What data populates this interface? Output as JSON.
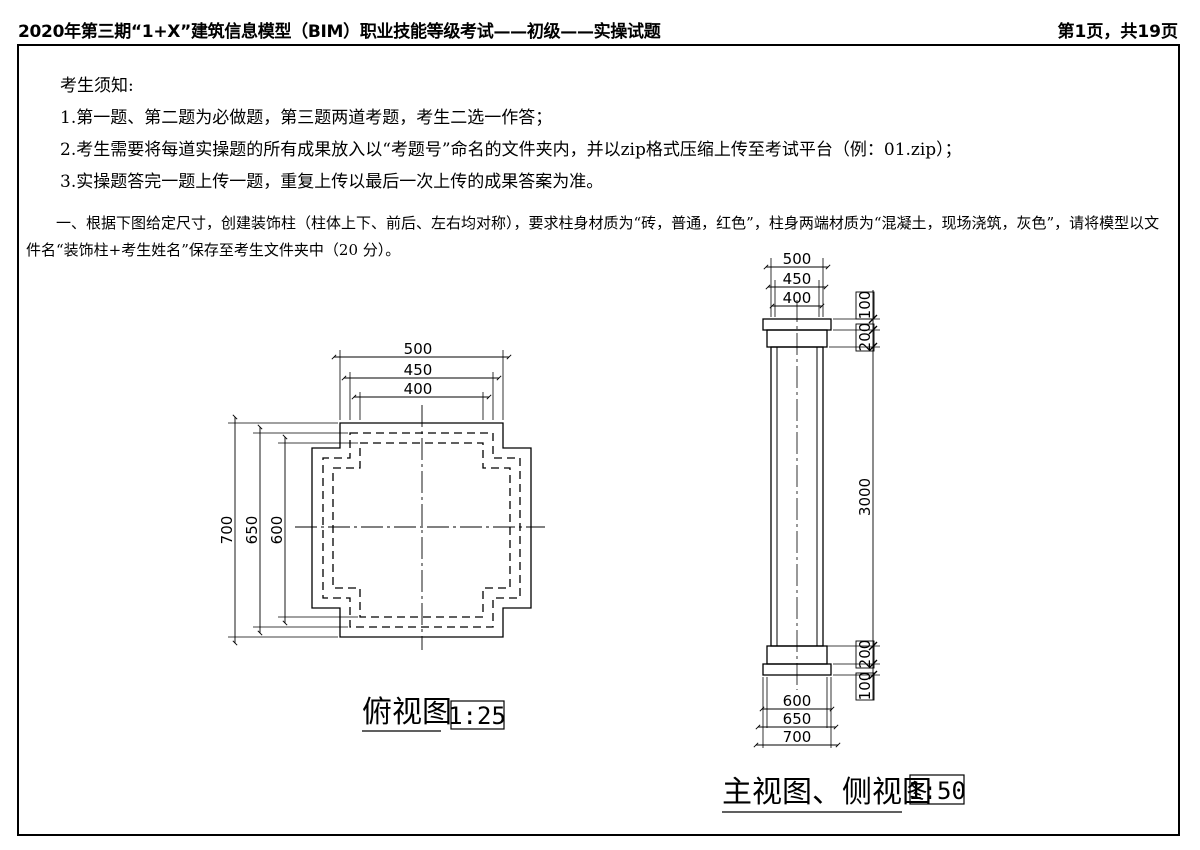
{
  "header": {
    "title": "2020年第三期“1+X”建筑信息模型（BIM）职业技能等级考试——初级——实操试题",
    "page": "第1页，共19页"
  },
  "notes": {
    "heading": "考生须知:",
    "items": [
      "1.第一题、第二题为必做题，第三题两道考题，考生二选一作答；",
      "2.考生需要将每道实操题的所有成果放入以“考题号”命名的文件夹内，并以zip格式压缩上传至考试平台（例：01.zip）；",
      "3.实操题答完一题上传一题，重复上传以最后一次上传的成果答案为准。"
    ]
  },
  "question1": {
    "line1": "一、根据下图给定尺寸，创建装饰柱（柱体上下、前后、左右均对称），要求柱身材质为“砖，普通，红色”，柱身两端材质为“混凝土，现场浇筑，灰色”，请将模型以文",
    "line2": "件名“装饰柱+考生姓名”保存至考生文件夹中（20 分）。"
  },
  "plan_view": {
    "caption": "俯视图",
    "scale": "1:25",
    "dims_top": [
      "500",
      "450",
      "400"
    ],
    "dims_left": [
      "700",
      "650",
      "600"
    ]
  },
  "elevation_view": {
    "caption": "主视图、侧视图",
    "scale": "1:50",
    "dims_top": [
      "500",
      "450",
      "400"
    ],
    "dims_bottom": [
      "600",
      "650",
      "700"
    ],
    "dims_right": [
      "100",
      "200",
      "3000",
      "200",
      "100"
    ]
  }
}
